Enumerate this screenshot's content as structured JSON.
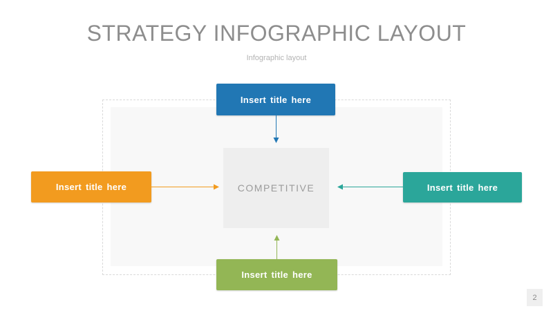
{
  "slide": {
    "title": "STRATEGY INFOGRAPHIC LAYOUT",
    "subtitle": "Infographic layout",
    "page_number": "2"
  },
  "diagram": {
    "center_label": "COMPETITIVE",
    "nodes": [
      {
        "position": "top",
        "label": "Insert title here",
        "color": "#2177b4"
      },
      {
        "position": "left",
        "label": "Insert title here",
        "color": "#f29b1f"
      },
      {
        "position": "right",
        "label": "Insert title here",
        "color": "#2ba69a"
      },
      {
        "position": "bottom",
        "label": "Insert title here",
        "color": "#93b655"
      }
    ]
  },
  "colors": {
    "blue": "#2177b4",
    "orange": "#f29b1f",
    "teal": "#2ba69a",
    "green": "#93b655",
    "title-gray": "#8d8d8d",
    "subtitle-gray": "#b3b3b3",
    "frame-border": "#d9d9d9",
    "panel-bg": "#f8f8f8",
    "center-bg": "#eeeeee",
    "center-text": "#9b9b9b",
    "badge-bg": "#efefef",
    "badge-text": "#8a8a8a"
  }
}
